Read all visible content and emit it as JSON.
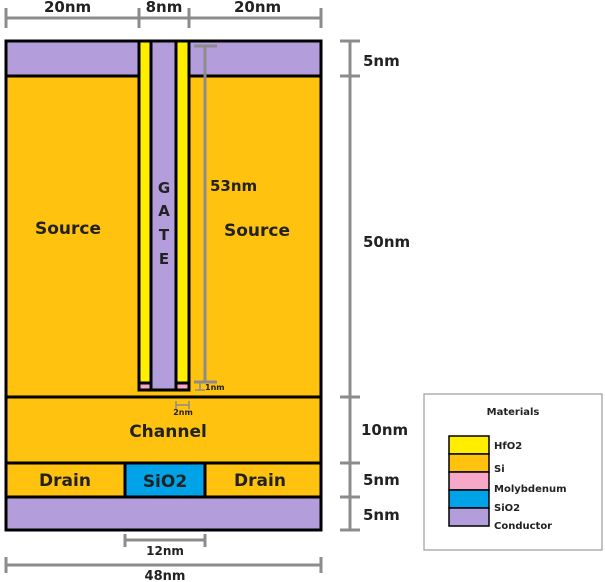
{
  "colors": {
    "hfo2": "#ffee00",
    "si": "#ffc20e",
    "molybdenum": "#f7a8c8",
    "sio2": "#00a2e8",
    "conductor": "#b39ddb",
    "dimension": "#8c8c8c"
  },
  "dimensions": {
    "top_left": "20nm",
    "top_middle": "8nm",
    "top_right": "20nm",
    "right_top_conductor": "5nm",
    "right_source": "50nm",
    "right_channel": "10nm",
    "right_drain": "5nm",
    "right_bottom_conductor": "5nm",
    "gate_height": "53nm",
    "moly_height": "1nm",
    "moly_width": "2nm",
    "sio2_width": "12nm",
    "total_width": "48nm"
  },
  "regions": {
    "source_left": "Source",
    "source_right": "Source",
    "gate_letters": [
      "G",
      "A",
      "T",
      "E"
    ],
    "channel": "Channel",
    "drain_left": "Drain",
    "drain_right": "Drain",
    "sio2": "SiO2"
  },
  "legend": {
    "title": "Materials",
    "items": [
      {
        "label": "HfO2",
        "color": "#ffee00"
      },
      {
        "label": "Si",
        "color": "#ffc20e"
      },
      {
        "label": "Molybdenum",
        "color": "#f7a8c8"
      },
      {
        "label": "SiO2",
        "color": "#00a2e8"
      },
      {
        "label": "Conductor",
        "color": "#b39ddb"
      }
    ]
  }
}
